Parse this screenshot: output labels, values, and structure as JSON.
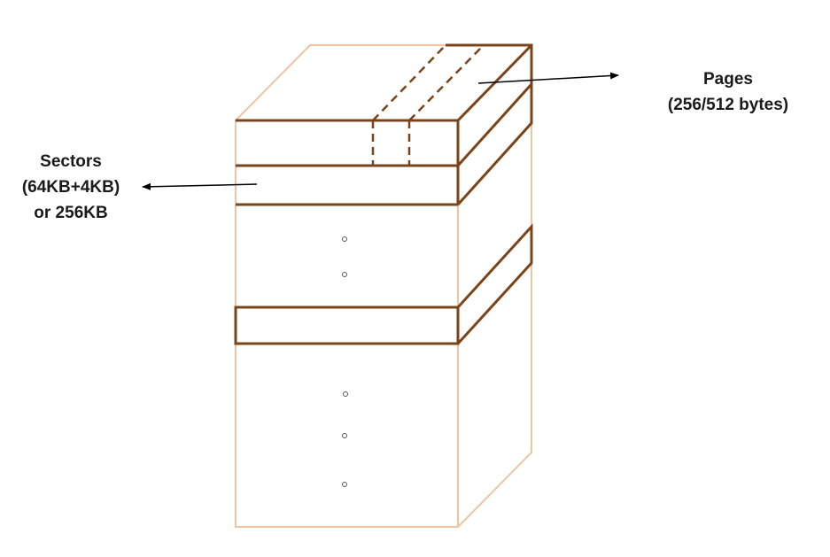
{
  "labels": {
    "pages": {
      "line1": "Pages",
      "line2": "(256/512 bytes)"
    },
    "sectors": {
      "line1": "Sectors",
      "line2": "(64KB+4KB)",
      "line3": "or 256KB"
    }
  },
  "colors": {
    "block_outline": "#f0c4a0",
    "sector_outline": "#7b4418",
    "arrow": "#000000",
    "text": "#1a1a1a",
    "dots": "#555555"
  }
}
